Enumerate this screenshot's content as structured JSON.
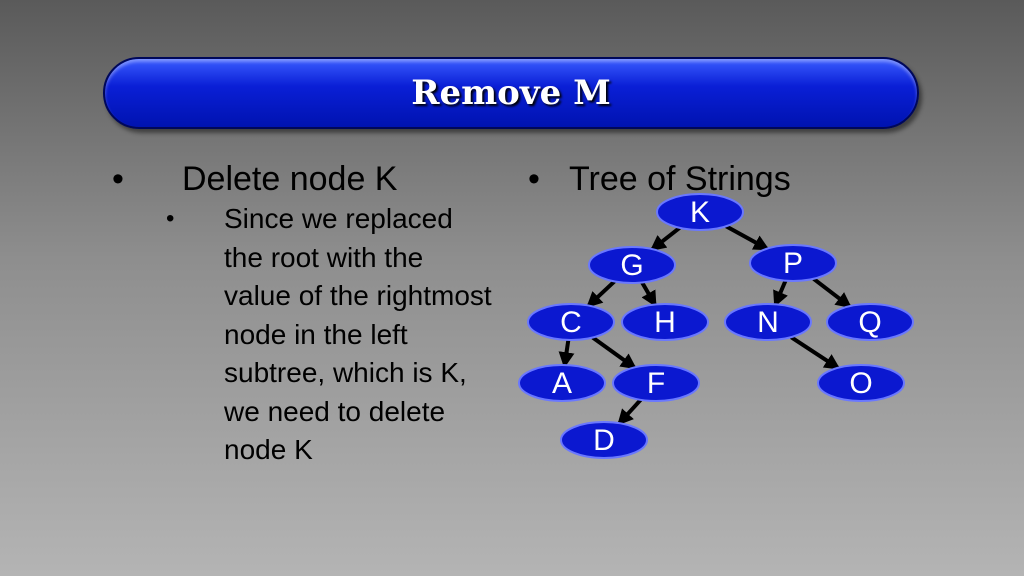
{
  "slide": {
    "title": "Remove M",
    "left_bullet": "Delete node K",
    "left_sub_bullet": "Since we replaced the root with the value of the rightmost node in the left subtree, which is K, we need to delete node K",
    "right_bullet": "Tree of Strings",
    "bullet_glyph": "•"
  },
  "tree": {
    "node_fill": "#0b18d0",
    "node_stroke": "#6a78ff",
    "edge_color": "#000000",
    "nodes": {
      "K": "K",
      "G": "G",
      "P": "P",
      "C": "C",
      "H": "H",
      "N": "N",
      "Q": "Q",
      "A": "A",
      "F": "F",
      "O": "O",
      "D": "D"
    },
    "edges": [
      [
        "K",
        "G"
      ],
      [
        "K",
        "P"
      ],
      [
        "G",
        "C"
      ],
      [
        "G",
        "H"
      ],
      [
        "P",
        "N"
      ],
      [
        "P",
        "Q"
      ],
      [
        "C",
        "A"
      ],
      [
        "C",
        "F"
      ],
      [
        "F",
        "D"
      ],
      [
        "N",
        "O"
      ]
    ]
  }
}
